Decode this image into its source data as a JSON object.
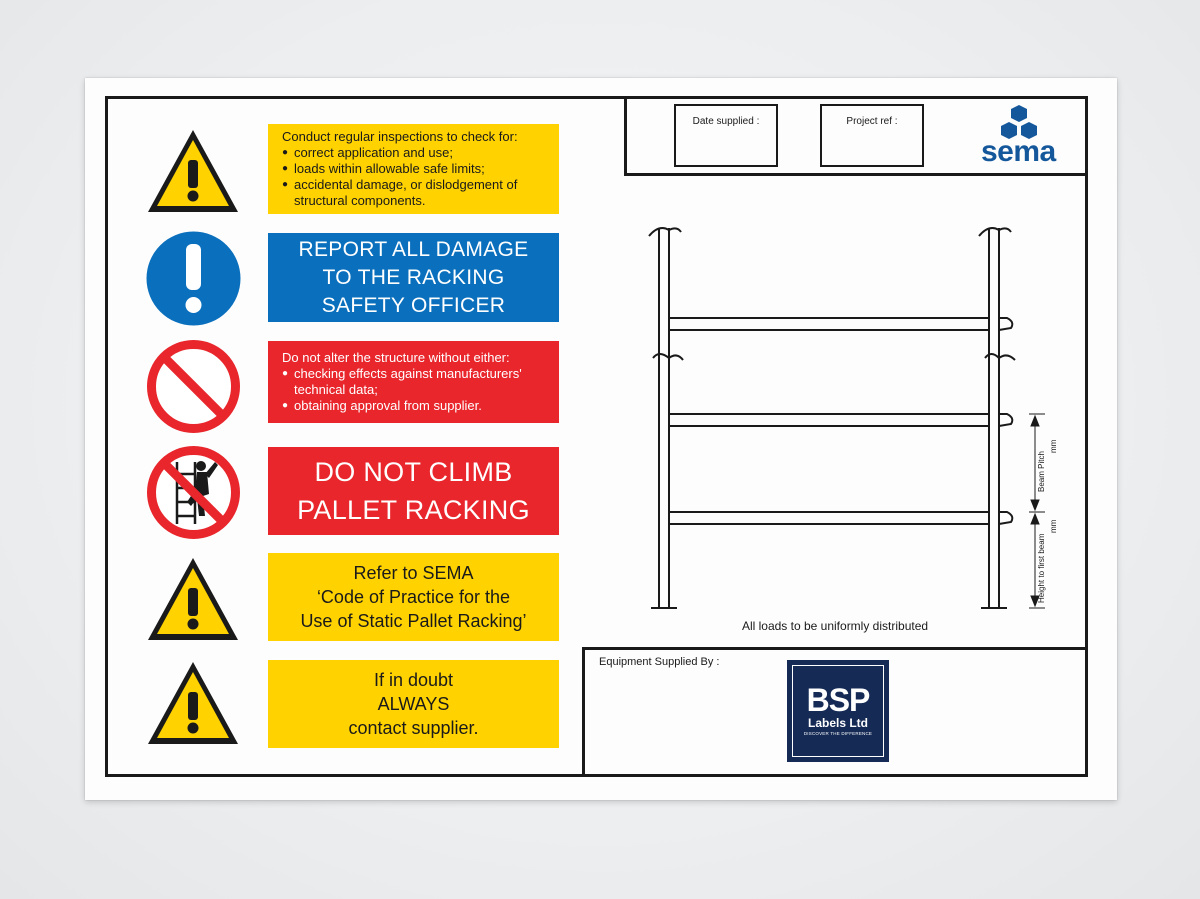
{
  "panels": {
    "inspect": {
      "title": "Conduct regular inspections to check for:",
      "items": [
        "correct application and use;",
        "loads within allowable safe limits;",
        "accidental damage, or dislodgement of"
      ],
      "cont": "structural components."
    },
    "report": [
      "REPORT ALL DAMAGE",
      "TO THE RACKING",
      "SAFETY OFFICER"
    ],
    "alter": {
      "title": "Do not alter the structure without either:",
      "item1": "checking effects against manufacturers'",
      "item1_cont": "technical data;",
      "item2": "obtaining approval from supplier."
    },
    "climb": [
      "DO NOT CLIMB",
      "PALLET RACKING"
    ],
    "refer": [
      "Refer to SEMA",
      "‘Code of Practice for the",
      "Use of Static Pallet Racking’"
    ],
    "doubt": [
      "If in doubt",
      "ALWAYS",
      "contact supplier."
    ]
  },
  "header": {
    "date_label": "Date supplied :",
    "project_label": "Project ref :",
    "brand": "sema"
  },
  "diagram": {
    "caption": "All loads to be uniformly distributed",
    "beam_pitch": "Beam Pitch",
    "first_beam": "Height to first beam",
    "unit": "mm"
  },
  "supplier": {
    "label": "Equipment Supplied By :",
    "logo_main": "BSP",
    "logo_sub": "Labels Ltd",
    "logo_tag": "DISCOVER THE DIFFERENCE"
  },
  "colors": {
    "yellow": "#ffd200",
    "blue": "#0a6fbd",
    "red": "#e8262c",
    "sema_blue": "#15579b",
    "bsp_navy": "#152a55"
  },
  "icons": [
    "warning-triangle-icon",
    "mandatory-exclamation-icon",
    "prohibition-icon",
    "no-climbing-icon",
    "warning-triangle-icon",
    "warning-triangle-icon"
  ]
}
